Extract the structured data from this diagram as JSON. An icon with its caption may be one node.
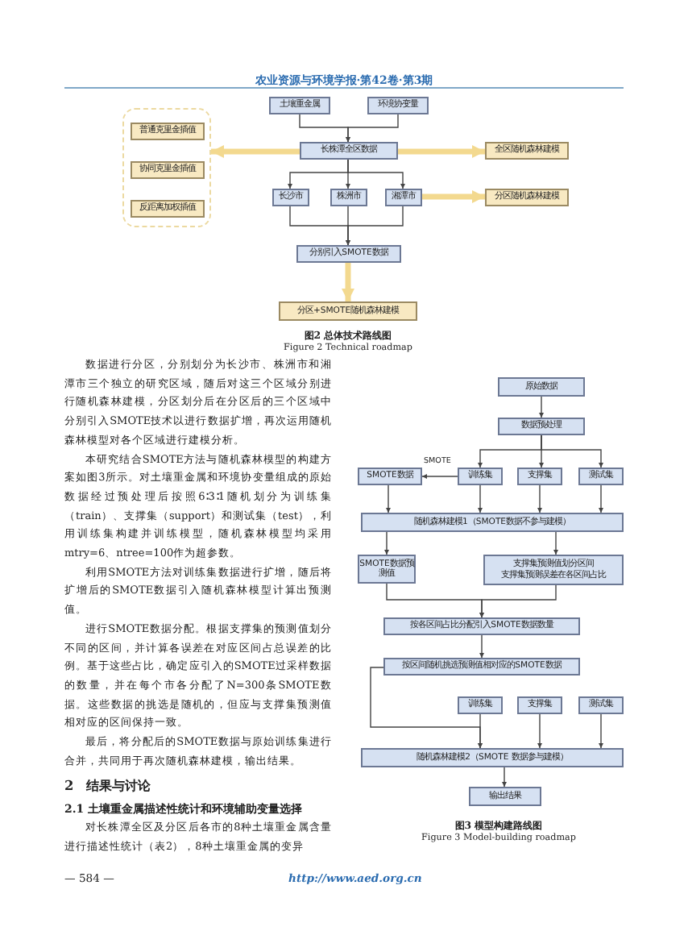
{
  "diagram": {
    "nodes": [
      {
        "text": [
          "土壤重金属"
        ]
      },
      {
        "text": [
          "环境协变量"
        ]
      },
      {
        "text": [],
        "shape": "box"
      },
      {
        "text": [
          "普通克里金插值"
        ],
        "in": 2
      },
      {
        "text": [
          "协同克里金插值"
        ],
        "in": 2
      },
      {
        "text": [
          "反距离加权插值"
        ],
        "in": 2
      },
      {
        "text": [
          "长株潭全区数据"
        ]
      },
      {
        "text": [
          "全区随机森林建模"
        ]
      },
      {
        "text": [
          "长沙市"
        ]
      },
      {
        "text": [
          "株洲市"
        ]
      },
      {
        "text": [
          "湘潭市"
        ]
      },
      {
        "text": [
          "分区随机森林建模"
        ]
      },
      {
        "text": [
          "分别引入SMOTE数据"
        ]
      },
      {
        "text": [
          "分区+SMOTE随机森林建模"
        ]
      },
      {
        "text": [
          "原始数据"
        ]
      },
      {
        "text": [
          "数据预处理"
        ]
      },
      {
        "text": [
          "SMOTE数据"
        ]
      },
      {
        "text": [
          "训练集"
        ]
      },
      {
        "text": [
          "支撑集"
        ]
      },
      {
        "text": [
          "测试集"
        ]
      },
      {
        "text": [
          "随机森林建模1（SMOTE数据不参与建模）"
        ]
      },
      {
        "text": [
          "SMOTE数据预测值"
        ]
      },
      {
        "text": [
          "支撑集预测值划分区间",
          "支撑集预测误差在各区间占比"
        ]
      },
      {
        "text": [
          "按各区间占比分配引入SMOTE数据数量"
        ]
      },
      {
        "text": [
          "按区间随机挑选预测值相对应的SMOTE数据"
        ]
      },
      {
        "text": [
          "训练集"
        ]
      },
      {
        "text": [
          "支撑集"
        ]
      },
      {
        "text": [
          "测试集"
        ]
      },
      {
        "text": [
          "随机森林建模2（SMOTE 数据参与建模）"
        ]
      },
      {
        "text": [
          "输出结果"
        ]
      }
    ],
    "edges": [
      {
        "from": 0,
        "to": 6,
        "arrow": "to"
      },
      {
        "from": 1,
        "to": 6,
        "arrow": "to"
      },
      {
        "from": 6,
        "to": 2,
        "arrow": "to",
        "style": "thick",
        "color": "#f3d98f"
      },
      {
        "from": 6,
        "to": 7,
        "arrow": "to",
        "style": "thick",
        "color": "#f3d98f"
      },
      {
        "from": 6,
        "to": 8,
        "arrow": "to"
      },
      {
        "from": 6,
        "to": 9,
        "arrow": "to"
      },
      {
        "from": 6,
        "to": 10,
        "arrow": "to"
      },
      {
        "from": 10,
        "to": 11,
        "arrow": "to",
        "style": "thick",
        "color": "#f3d98f"
      },
      {
        "from": 8,
        "to": 12,
        "arrow": "to"
      },
      {
        "from": 9,
        "to": 12,
        "arrow": "to"
      },
      {
        "from": 10,
        "to": 12,
        "arrow": "to"
      },
      {
        "from": 12,
        "to": 13,
        "arrow": "to",
        "style": "thick",
        "color": "#f3d98f"
      },
      {
        "from": 14,
        "to": 15,
        "arrow": "to"
      },
      {
        "from": 15,
        "to": 17,
        "arrow": "to"
      },
      {
        "from": 15,
        "to": 18,
        "arrow": "to"
      },
      {
        "from": 15,
        "to": 19,
        "arrow": "to"
      },
      {
        "from": 17,
        "to": 16,
        "arrow": "to",
        "label": "SMOTE"
      },
      {
        "from": 16,
        "to": 20,
        "arrow": "to"
      },
      {
        "from": 17,
        "to": 20,
        "arrow": "to"
      },
      {
        "from": 18,
        "to": 20,
        "arrow": "to"
      },
      {
        "from": 19,
        "to": 20,
        "arrow": "to"
      },
      {
        "from": 20,
        "to": 21,
        "arrow": "to"
      },
      {
        "from": 20,
        "to": 22,
        "arrow": "to"
      },
      {
        "from": 21,
        "to": 23,
        "arrow": "to"
      },
      {
        "from": 22,
        "to": 23,
        "arrow": "to"
      },
      {
        "from": 23,
        "to": 24,
        "arrow": "to"
      },
      {
        "from": 24,
        "to": 28,
        "arrow": "to"
      },
      {
        "from": 25,
        "to": 28,
        "arrow": "to"
      },
      {
        "from": 26,
        "to": 28,
        "arrow": "to"
      },
      {
        "from": 27,
        "to": 28,
        "arrow": "to"
      },
      {
        "from": 28,
        "to": 29,
        "arrow": "to"
      }
    ],
    "labels": [
      "农业资源与环境学报·第42卷·第3期",
      "图2 总体技术路线图",
      "Figure 2 Technical roadmap",
      "数据进行分区，分别划分为长沙市、株洲市和湘潭市三个独立的研究区域，随后对这三个区域分别进行随机森林建模，分区划分后在分区后的三个区域中分别引入SMOTE技术以进行数据扩增，再次运用随机森林模型对各个区域进行建模分析。",
      "本研究结合SMOTE方法与随机森林模型的构建方案如图3所示。对土壤重金属和环境协变量组成的原始数据经过预处理后按照6∶3∶1随机划分为训练集（train）、支撑集（support）和测试集（test），利用训练集构建并训练模型，随机森林模型均采用mtry=6、ntree=100作为超参数。",
      "利用SMOTE方法对训练集数据进行扩增，随后将扩增后的SMOTE数据引入随机森林模型计算出预测值。",
      "进行SMOTE数据分配。根据支撑集的预测值划分不同的区间，并计算各误差在对应区间占总误差的比例。基于这些占比，确定应引入的SMOTE过采样数据的数量，并在每个市各分配了N=300条SMOTE数据。这些数据的挑选是随机的，但应与支撑集预测值相对应的区间保持一致。",
      "最后，将分配后的SMOTE数据与原始训练集进行合并，共同用于再次随机森林建模，输出结果。",
      "2　结果与讨论",
      "2.1 土壤重金属描述性统计和环境辅助变量选择",
      "对长株潭全区及分区后各市的8种土壤重金属含量进行描述性统计（表2），8种土壤重金属的变异",
      "图3 模型构建路线图",
      "Figure 3 Model-building roadmap",
      "— 584 —",
      "http://www.aed.org.cn"
    ]
  }
}
